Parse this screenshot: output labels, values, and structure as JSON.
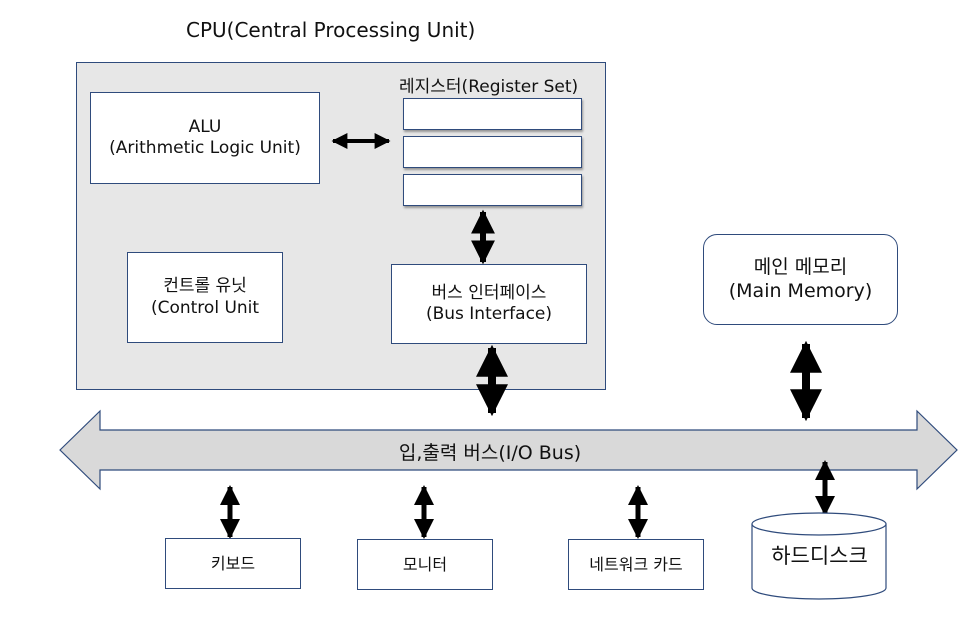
{
  "title": "CPU(Central Processing Unit)",
  "cpu": {
    "alu": {
      "line1": "ALU",
      "line2": "(Arithmetic Logic Unit)"
    },
    "register_set": {
      "label": "레지스터(Register Set)",
      "slots": [
        "",
        "",
        ""
      ]
    },
    "control_unit": {
      "line1": "컨트롤 유닛",
      "line2": "(Control Unit"
    },
    "bus_interface": {
      "line1": "버스 인터페이스",
      "line2": "(Bus Interface)"
    }
  },
  "main_memory": {
    "line1": "메인 메모리",
    "line2": "(Main Memory)"
  },
  "io_bus": {
    "label": "입,출력 버스(I/O Bus)"
  },
  "devices": {
    "keyboard": "키보드",
    "monitor": "모니터",
    "network_card": "네트워크 카드",
    "hard_disk": "하드디스크"
  },
  "colors": {
    "box_border": "#2f4b7c",
    "cpu_fill": "#e7e7e7",
    "bus_fill": "#d9d9d9",
    "arrow": "#000000"
  }
}
